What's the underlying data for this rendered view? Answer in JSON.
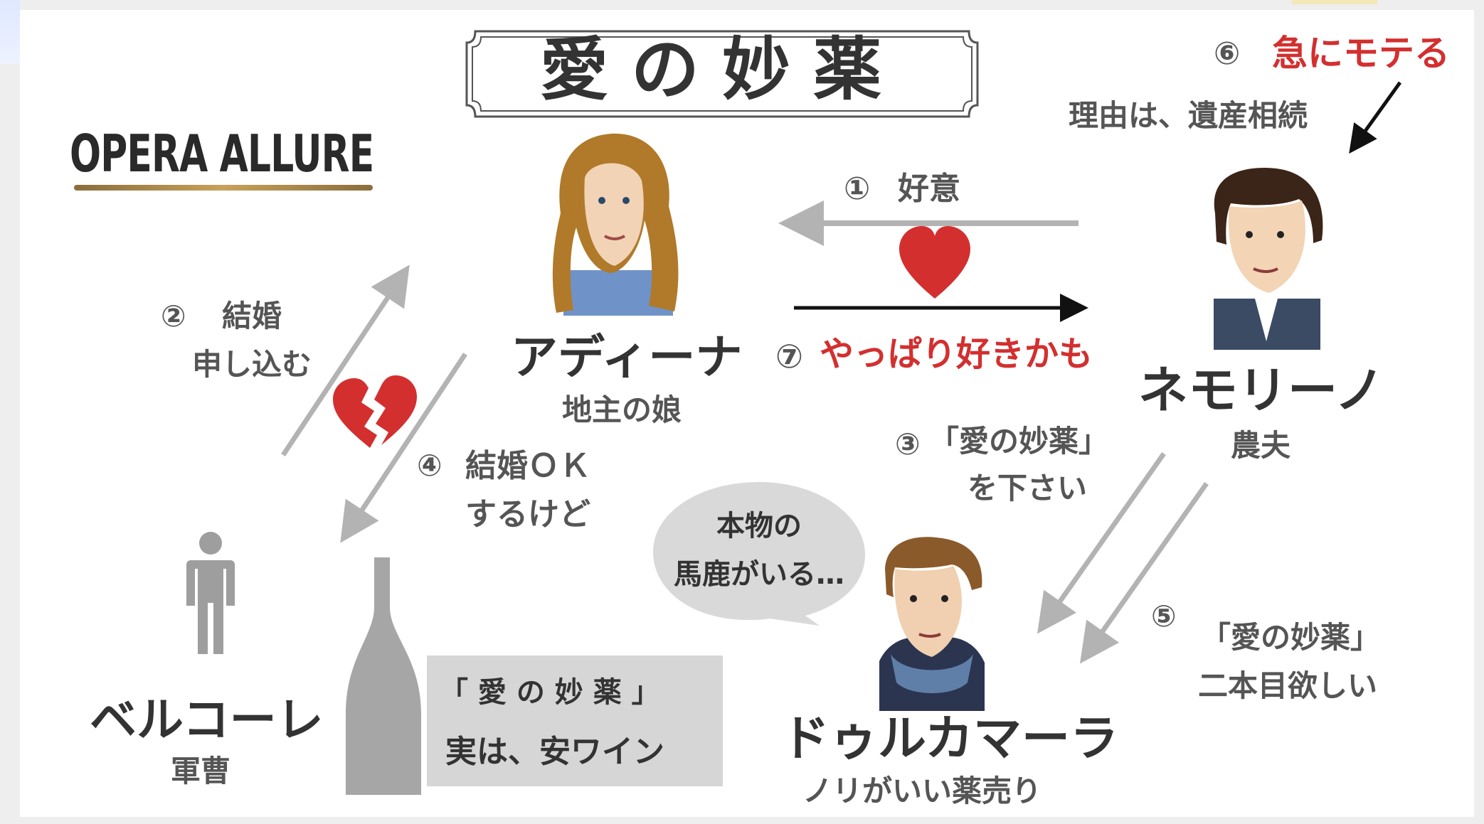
{
  "title": "愛の妙薬",
  "logo": "OPERA ALLURE",
  "characters": {
    "adina": {
      "name": "アディーナ",
      "role": "地主の娘"
    },
    "nemorino": {
      "name": "ネモリーノ",
      "role": "農夫"
    },
    "belcore": {
      "name": "ベルコーレ",
      "role": "軍曹"
    },
    "dulcamara": {
      "name": "ドゥルカマーラ",
      "role": "ノリがいい薬売り"
    }
  },
  "relations": {
    "r1": {
      "num": "①",
      "text": "好意"
    },
    "r2": {
      "num": "②",
      "line1": "結婚",
      "line2": "申し込む"
    },
    "r3": {
      "num": "③",
      "line1": "「愛の妙薬」",
      "line2": "を下さい"
    },
    "r4": {
      "num": "④",
      "line1": "結婚ＯＫ",
      "line2": "するけど"
    },
    "r5": {
      "num": "⑤",
      "line1": "「愛の妙薬」",
      "line2": "二本目欲しい"
    },
    "r6": {
      "num": "⑥",
      "text": "急にモテる",
      "reason": "理由は、遺産相続"
    },
    "r7": {
      "num": "⑦",
      "text": "やっぱり好きかも"
    }
  },
  "speech_bubble": {
    "line1": "本物の",
    "line2": "馬鹿がいる…"
  },
  "wine_note": {
    "line1": "「 愛 の 妙 薬 」",
    "line2": "実は、安ワイン"
  },
  "colors": {
    "accent_red": "#d32f2f",
    "arrow_gray": "#b3b3b3",
    "arrow_black": "#111111"
  }
}
